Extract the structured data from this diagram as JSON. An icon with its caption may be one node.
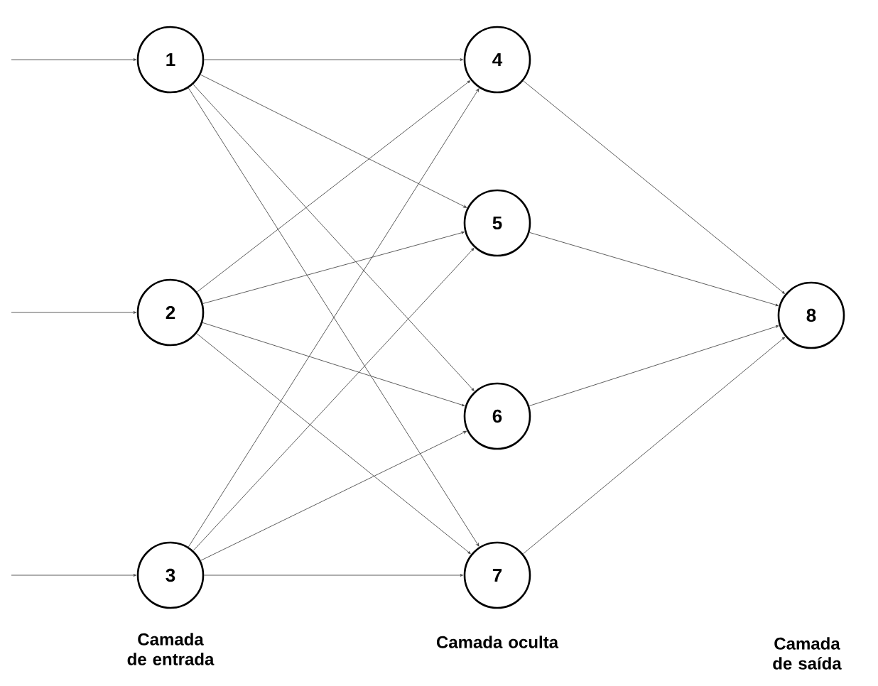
{
  "diagram": {
    "nodes": [
      {
        "text": [
          "1"
        ]
      },
      {
        "text": [
          "2"
        ]
      },
      {
        "text": [
          "3"
        ]
      },
      {
        "text": [
          "4"
        ]
      },
      {
        "text": [
          "5"
        ]
      },
      {
        "text": [
          "6"
        ]
      },
      {
        "text": [
          "7"
        ]
      },
      {
        "text": [
          "8"
        ]
      }
    ],
    "edges": [
      {
        "from": null,
        "to": 0,
        "arrow": "to"
      },
      {
        "from": null,
        "to": 1,
        "arrow": "to"
      },
      {
        "from": null,
        "to": 2,
        "arrow": "to"
      },
      {
        "from": 0,
        "to": 3,
        "arrow": "to"
      },
      {
        "from": 0,
        "to": 4,
        "arrow": "to"
      },
      {
        "from": 0,
        "to": 5,
        "arrow": "to"
      },
      {
        "from": 0,
        "to": 6,
        "arrow": "to"
      },
      {
        "from": 1,
        "to": 3,
        "arrow": "to"
      },
      {
        "from": 1,
        "to": 4,
        "arrow": "to"
      },
      {
        "from": 1,
        "to": 5,
        "arrow": "to"
      },
      {
        "from": 1,
        "to": 6,
        "arrow": "to"
      },
      {
        "from": 2,
        "to": 3,
        "arrow": "to"
      },
      {
        "from": 2,
        "to": 4,
        "arrow": "to"
      },
      {
        "from": 2,
        "to": 5,
        "arrow": "to"
      },
      {
        "from": 2,
        "to": 6,
        "arrow": "to"
      },
      {
        "from": 3,
        "to": 7,
        "arrow": "to"
      },
      {
        "from": 4,
        "to": 7,
        "arrow": "to"
      },
      {
        "from": 5,
        "to": 7,
        "arrow": "to"
      },
      {
        "from": 6,
        "to": 7,
        "arrow": "to"
      }
    ],
    "labels": [
      "Camada de entrada",
      "Camada oculta",
      "Camada de saída"
    ]
  }
}
